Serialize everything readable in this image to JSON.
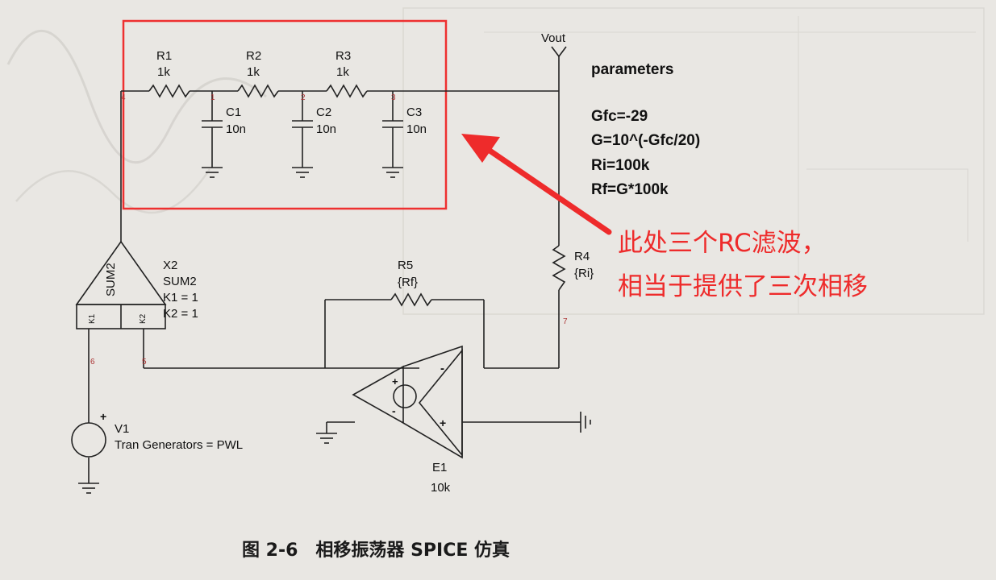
{
  "components": {
    "r1": {
      "name": "R1",
      "value": "1k"
    },
    "r2": {
      "name": "R2",
      "value": "1k"
    },
    "r3": {
      "name": "R3",
      "value": "1k"
    },
    "c1": {
      "name": "C1",
      "value": "10n"
    },
    "c2": {
      "name": "C2",
      "value": "10n"
    },
    "c3": {
      "name": "C3",
      "value": "10n"
    },
    "r4": {
      "name": "R4",
      "value": "{Ri}"
    },
    "r5": {
      "name": "R5",
      "value": "{Rf}"
    },
    "x2": {
      "name": "X2",
      "type": "SUM2",
      "k1": "K1 = 1",
      "k2": "K2 = 1",
      "in1": "K1",
      "in2": "K2",
      "body": "SUM2"
    },
    "v1": {
      "name": "V1",
      "param": "Tran Generators = PWL"
    },
    "e1": {
      "name": "E1",
      "value": "10k"
    },
    "vout": "Vout"
  },
  "nodes": [
    "1",
    "2",
    "3",
    "4",
    "5",
    "6",
    "7"
  ],
  "parameters": {
    "title": "parameters",
    "lines": [
      "Gfc=-29",
      "G=10^(-Gfc/20)",
      "Ri=100k",
      "Rf=G*100k"
    ]
  },
  "annotation": {
    "line1": "此处三个RC滤波，",
    "line2": "相当于提供了三次相移",
    "color": "#ee2b2b"
  },
  "caption": "图 2-6　相移振荡器 SPICE 仿真"
}
